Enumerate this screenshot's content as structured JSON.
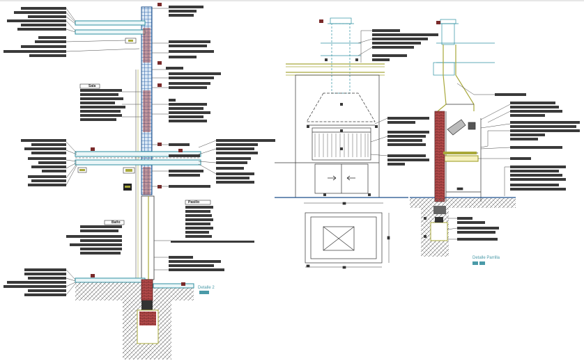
{
  "drawing": {
    "labels": {
      "detail_2": "Detalle 2",
      "detail_parrilla": "Detalle Parrilla",
      "room_upper": "Sala",
      "room_lower": "Baño",
      "room_right": "Pasillo"
    },
    "colors": {
      "line": "#1a1a1a",
      "cyan": "#2d8fa0",
      "olive": "#a8a83a",
      "brick": "#7a2a2a",
      "blue_col": "#3a6fb0",
      "note_block": "#3a3a3a",
      "label_teal": "#4a9aa8"
    },
    "icons": [
      "arrow-right-icon",
      "arrow-left-icon",
      "section-marker-icon"
    ]
  }
}
